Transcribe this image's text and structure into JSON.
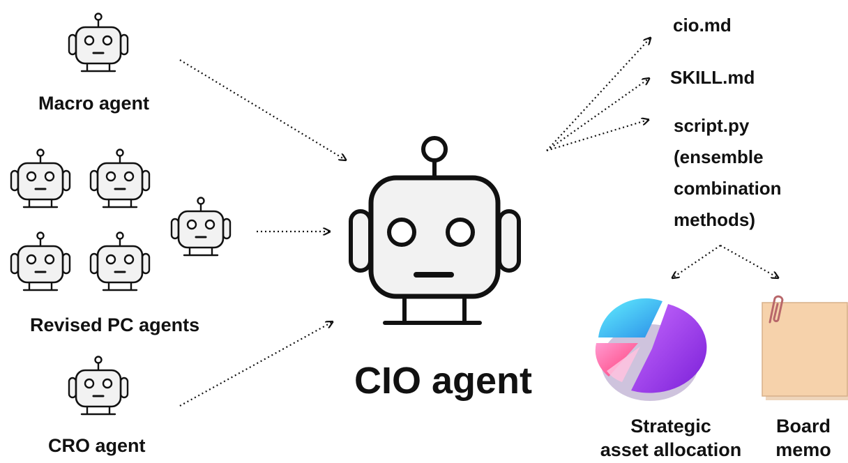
{
  "agents": {
    "macro": "Macro agent",
    "revised_pc": "Revised PC agents",
    "cro": "CRO agent",
    "cio": "CIO agent"
  },
  "files": {
    "cio_md": "cio.md",
    "skill_md": "SKILL.md",
    "script_lines": [
      "script.py",
      "(ensemble",
      "combination",
      "methods)"
    ]
  },
  "outputs": {
    "allocation_lines": [
      "Strategic",
      "asset allocation"
    ],
    "memo_lines": [
      "Board",
      "memo"
    ]
  },
  "icons": {
    "agent": "robot-icon",
    "allocation": "pie-chart-icon",
    "memo": "paper-memo-icon",
    "clip": "paperclip-icon"
  },
  "colors": {
    "ink": "#111111",
    "robot_fill": "#f2f2f2",
    "memo_fill": "#f6d2ab",
    "pie_violet": "#9b35f0",
    "pie_cyan": "#2bd3e8",
    "pie_pink": "#ff5ea0"
  }
}
